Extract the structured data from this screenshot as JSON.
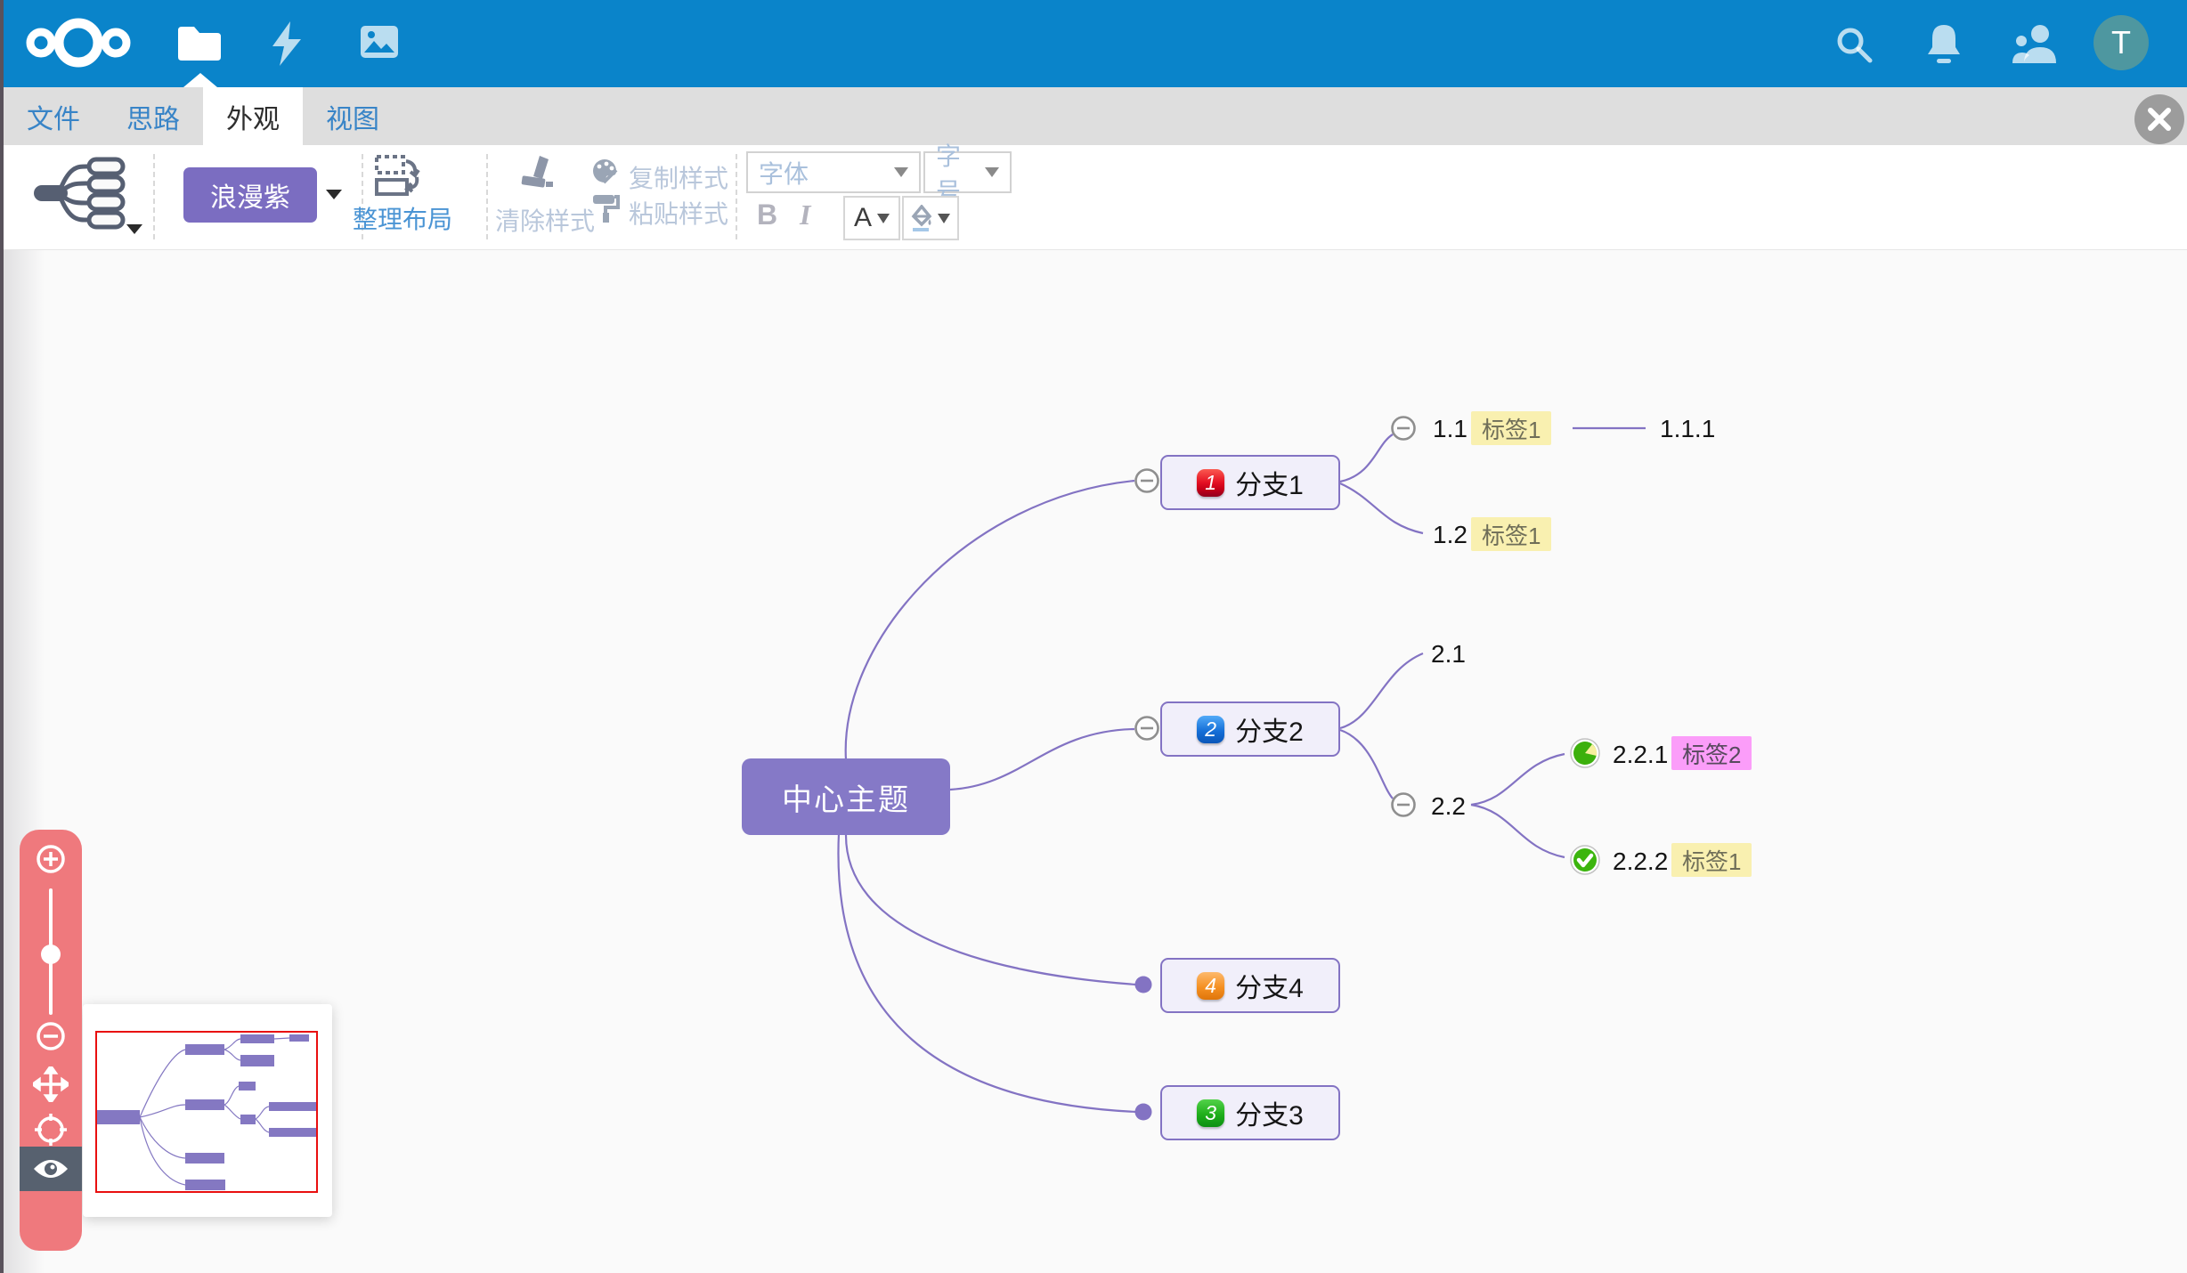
{
  "header": {
    "avatar_initial": "T",
    "icons": [
      "nextcloud-logo",
      "files-icon",
      "activity-icon",
      "photos-icon",
      "search-icon",
      "notifications-bell-icon",
      "contacts-icon"
    ]
  },
  "tabs": {
    "items": [
      {
        "label": "文件",
        "active": false
      },
      {
        "label": "思路",
        "active": false
      },
      {
        "label": "外观",
        "active": true
      },
      {
        "label": "视图",
        "active": false
      }
    ]
  },
  "toolbar": {
    "template_icon": "mindmap-structure-icon",
    "theme_button": "浪漫紫",
    "arrange": "整理布局",
    "clear_style": "清除样式",
    "copy_style": "复制样式",
    "paste_style": "粘贴样式",
    "font_placeholder": "字体",
    "size_placeholder": "字号",
    "bold": "B",
    "italic": "I",
    "font_color_letter": "A"
  },
  "mindmap": {
    "central": {
      "label": "中心主题"
    },
    "branches": [
      {
        "label": "分支1",
        "priority": "1"
      },
      {
        "label": "分支2",
        "priority": "2"
      },
      {
        "label": "分支4",
        "priority": "4"
      },
      {
        "label": "分支3",
        "priority": "3"
      }
    ],
    "children": {
      "n11": "1.1",
      "n12": "1.2",
      "n111": "1.1.1",
      "n21": "2.1",
      "n22": "2.2",
      "n221": "2.2.1",
      "n222": "2.2.2"
    },
    "tags": {
      "tag1": "标签1",
      "tag2": "标签2"
    },
    "status_icons": [
      "progress-pie-icon",
      "done-check-icon"
    ]
  },
  "colors": {
    "header_blue": "#0a84ca",
    "theme_purple": "#7b6dc1",
    "node_purple": "#8579c7",
    "line_purple": "#8373c3",
    "tag_yellow": "#f9f0b0",
    "tag_pink": "#fb9df9",
    "zoombar_pink": "#ef797d",
    "minimap_viewport_red": "#e90f0f",
    "avatar_teal": "#4e97a0"
  }
}
